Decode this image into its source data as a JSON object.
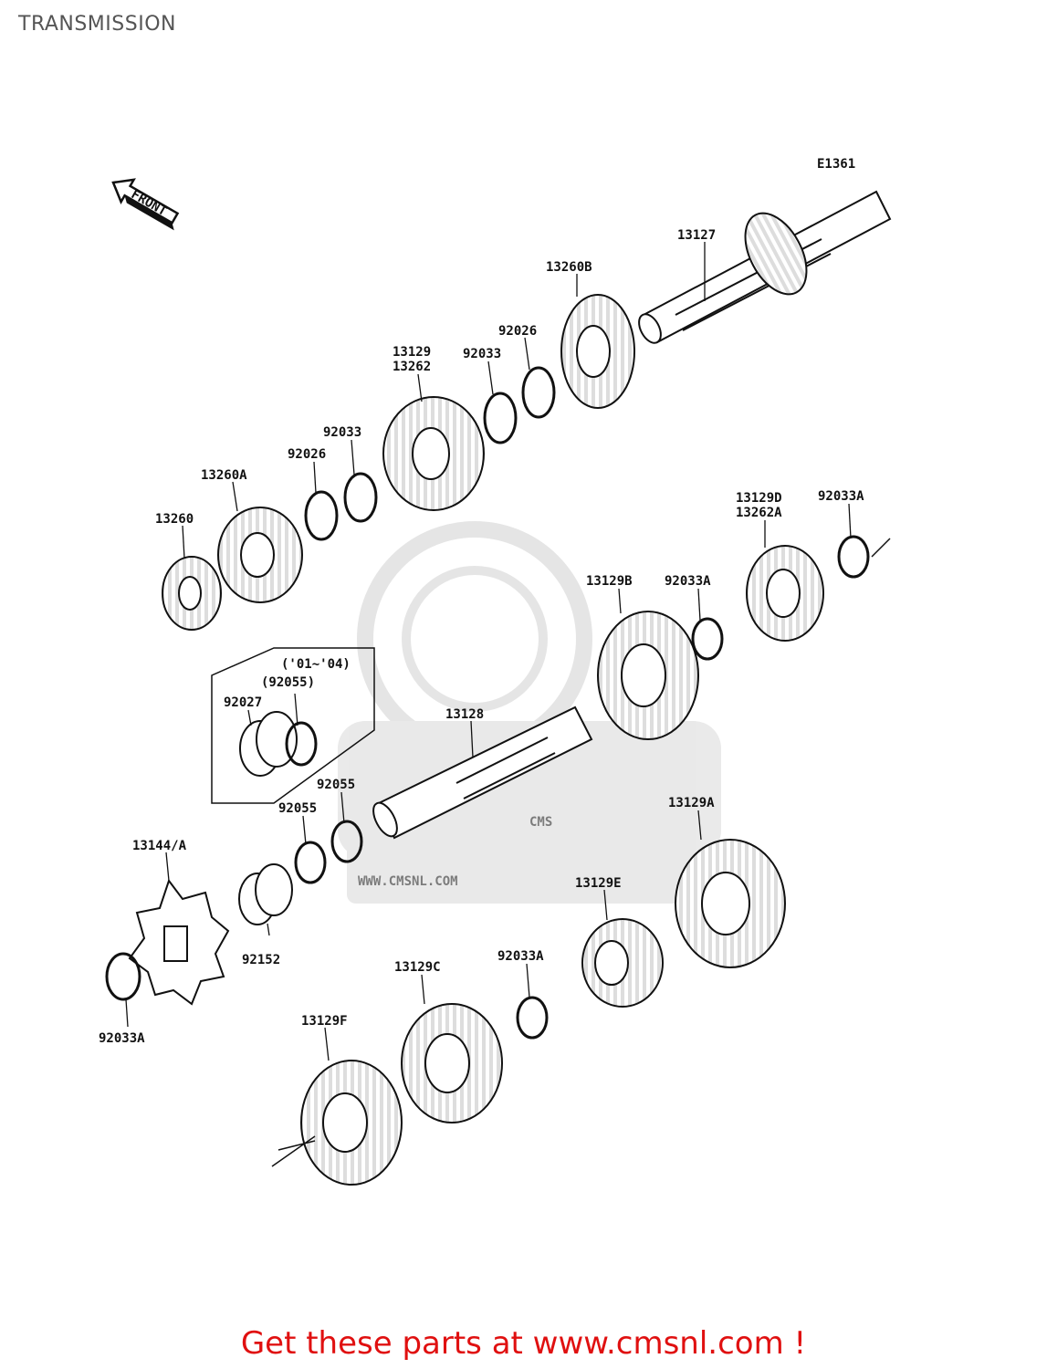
{
  "title": "TRANSMISSION",
  "diagram_code": "E1361",
  "front_label": "FRONT",
  "watermark": {
    "brand": "CMS",
    "url": "WWW.CMSNL.COM"
  },
  "footer": {
    "text": "Get these parts at www.cmsnl.com !"
  },
  "colors": {
    "footer_text": "#e01010",
    "title_text": "#555555",
    "watermark": "#d8d8d8"
  },
  "callouts": {
    "c13127": "13127",
    "c13260B": "13260B",
    "c92026_top": "92026",
    "c92033_top": "92033",
    "c13129_line1": "13129",
    "c13129_line2": "13262",
    "c92033_mid": "92033",
    "c92026_mid": "92026",
    "c13260A": "13260A",
    "c13260": "13260",
    "c13129D_line1": "13129D",
    "c13129D_line2": "13262A",
    "c92033A_top": "92033A",
    "c13129B": "13129B",
    "c92033A_mid": "92033A",
    "c13128": "13128",
    "box_years": "('01~'04)",
    "box_part": "(92055)",
    "c92027": "92027",
    "c92055_a": "92055",
    "c92055_b": "92055",
    "c13129A": "13129A",
    "c13144A": "13144/A",
    "c92152": "92152",
    "c13129E": "13129E",
    "c92033A_low": "92033A",
    "c13129C": "13129C",
    "c92033A_left": "92033A",
    "c13129F": "13129F"
  }
}
